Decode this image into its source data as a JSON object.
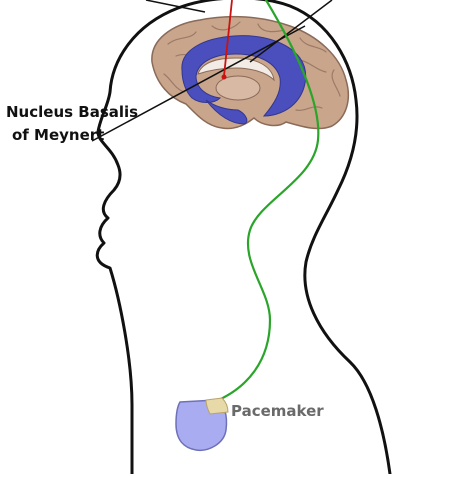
{
  "labels": {
    "target_line1": "Nucleus Basalis",
    "target_line2": "of Meynert",
    "device": "Pacemaker"
  },
  "colors": {
    "outline": "#111111",
    "lead_wire": "#2aa52a",
    "probe_line": "#cc1111",
    "ventricle": "#4a4fbd",
    "brain_tissue": "#c9a58c",
    "pacemaker_body": "#a9acf0",
    "pacemaker_header": "#e8d9a8",
    "label_text": "#111111",
    "device_label_text": "#6a6a6a"
  }
}
